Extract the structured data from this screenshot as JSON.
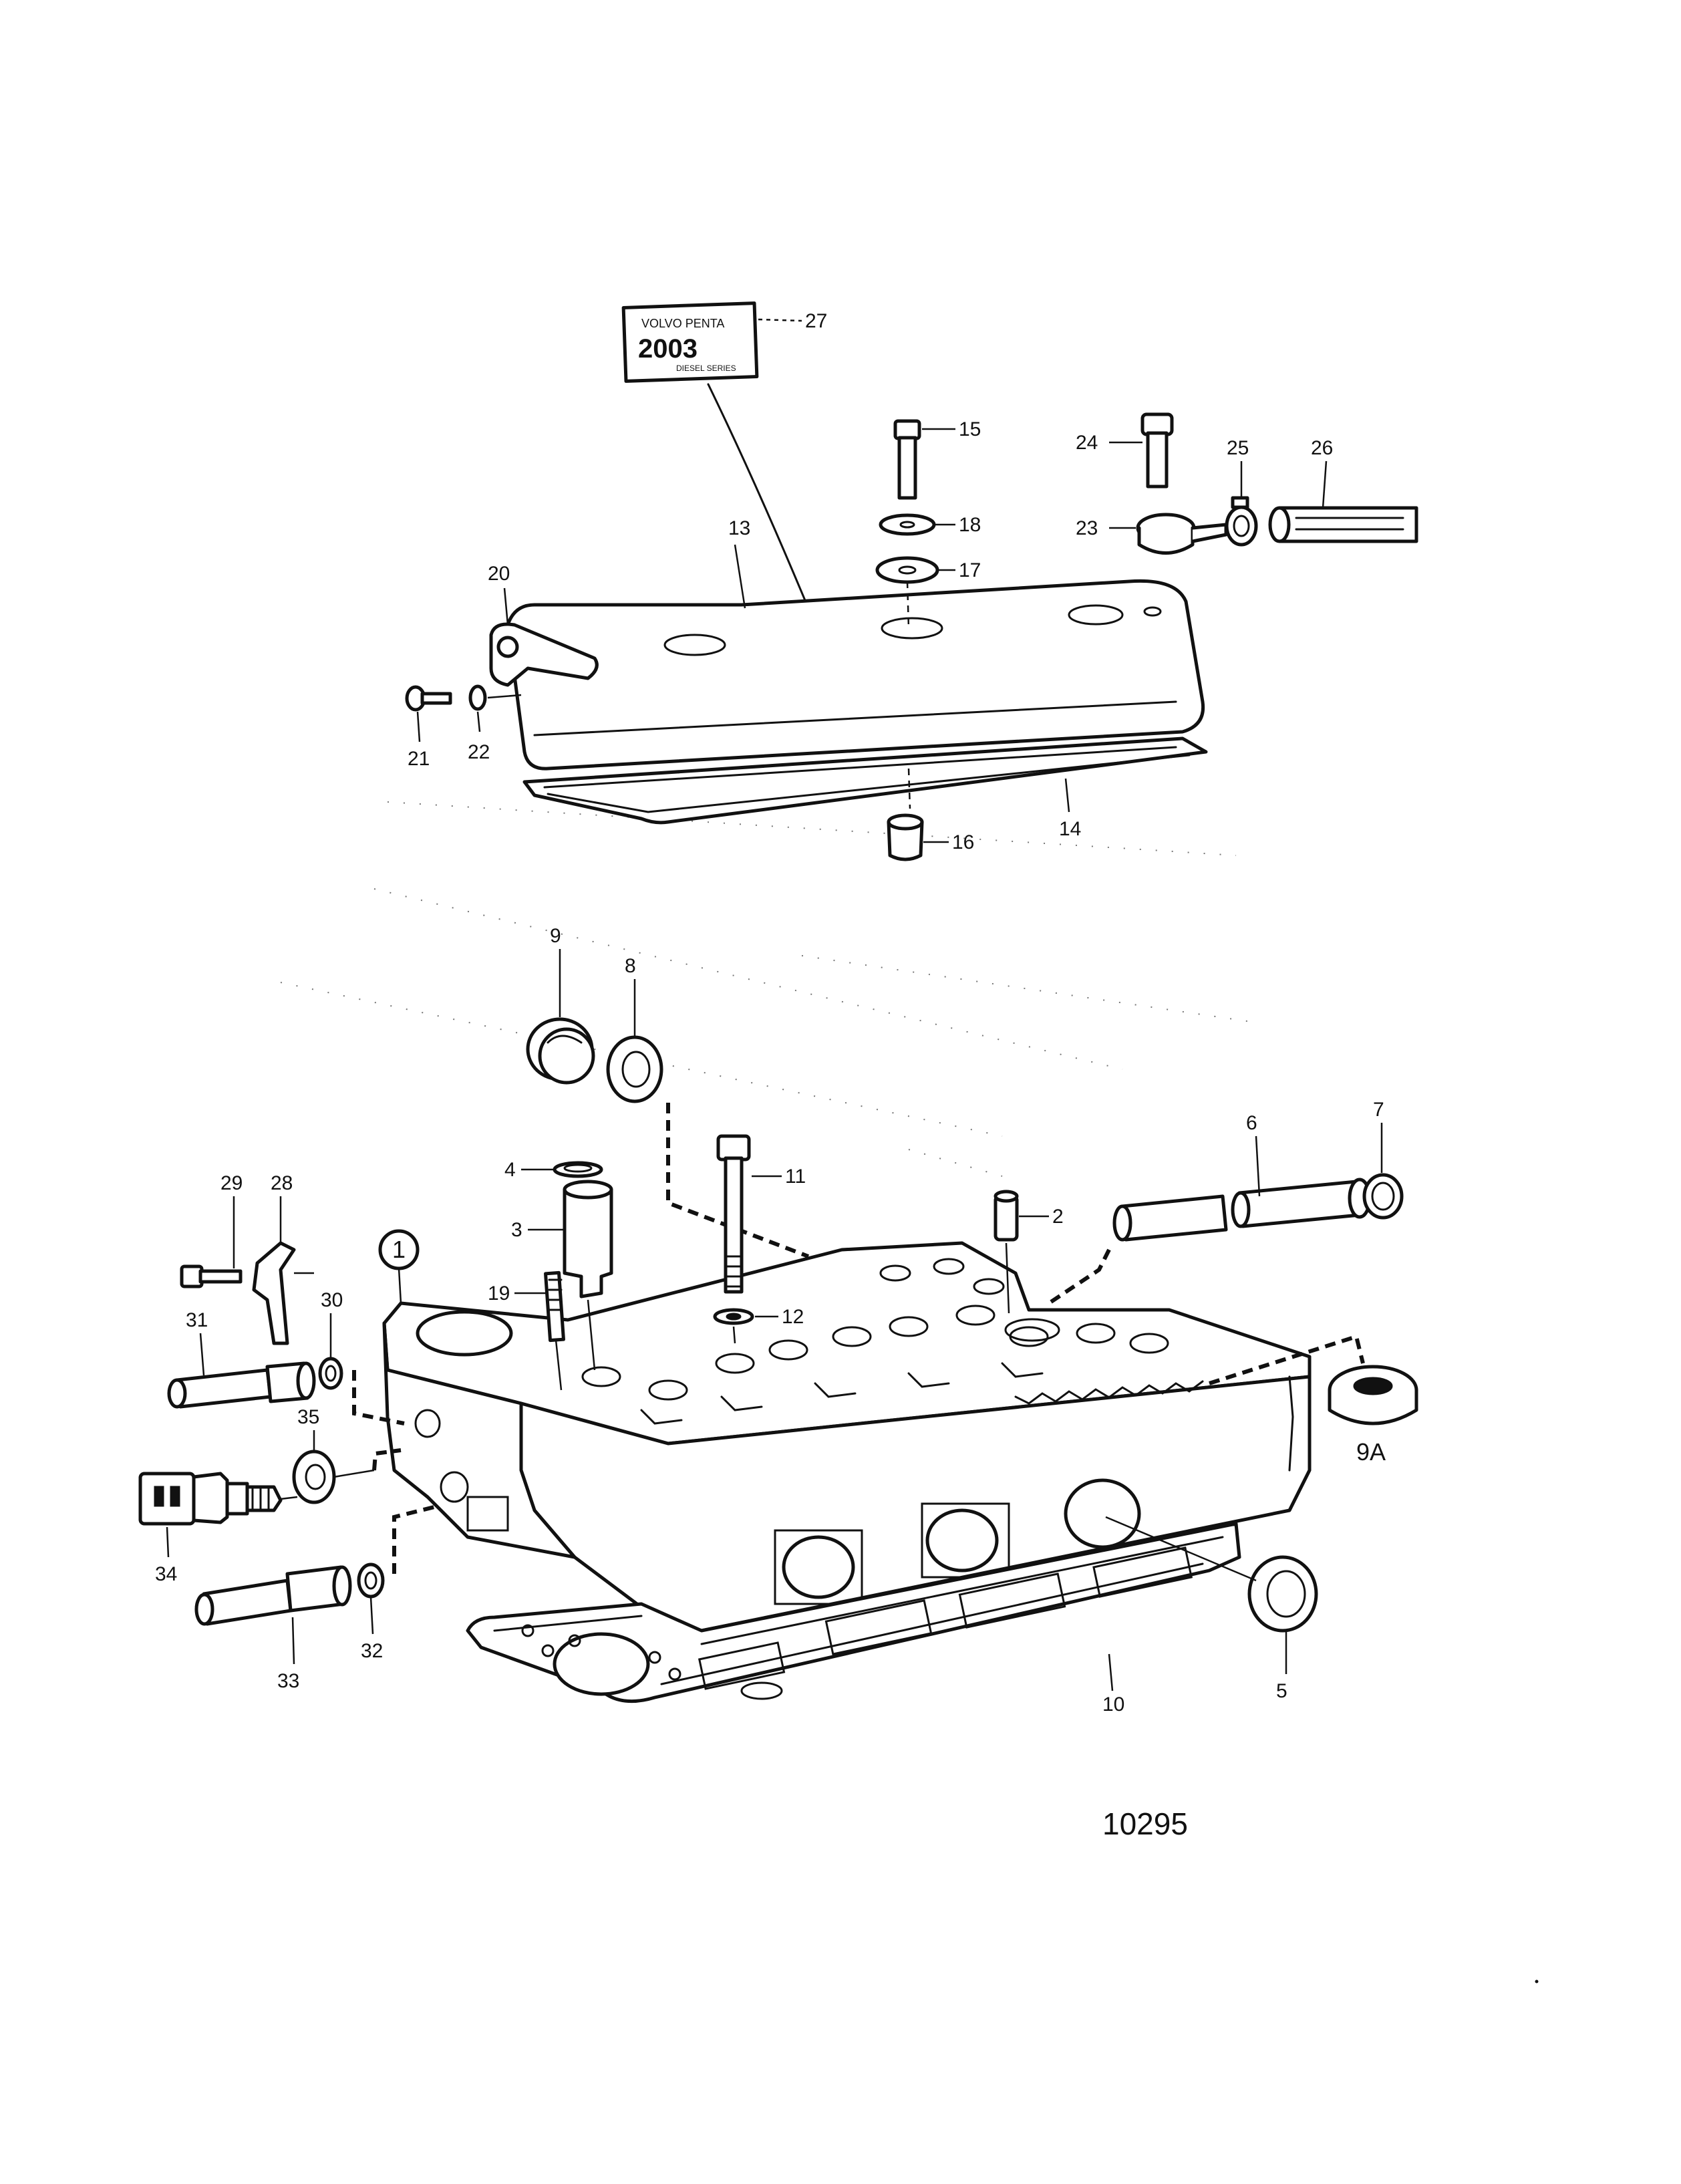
{
  "figure_number": "10295",
  "decal": {
    "brand": "VOLVO PENTA",
    "model": "2003",
    "series": "DIESEL SERIES"
  },
  "callouts": {
    "c1": "1",
    "c2": "2",
    "c3": "3",
    "c4": "4",
    "c5": "5",
    "c6": "6",
    "c7": "7",
    "c8": "8",
    "c9": "9",
    "c9a": "9A",
    "c10": "10",
    "c11": "11",
    "c12": "12",
    "c13": "13",
    "c14": "14",
    "c15": "15",
    "c16": "16",
    "c17": "17",
    "c18": "18",
    "c19": "19",
    "c20": "20",
    "c21": "21",
    "c22": "22",
    "c23": "23",
    "c24": "24",
    "c25": "25",
    "c26": "26",
    "c27": "27",
    "c28": "28",
    "c29": "29",
    "c30": "30",
    "c31": "31",
    "c32": "32",
    "c33": "33",
    "c34": "34",
    "c35": "35"
  }
}
